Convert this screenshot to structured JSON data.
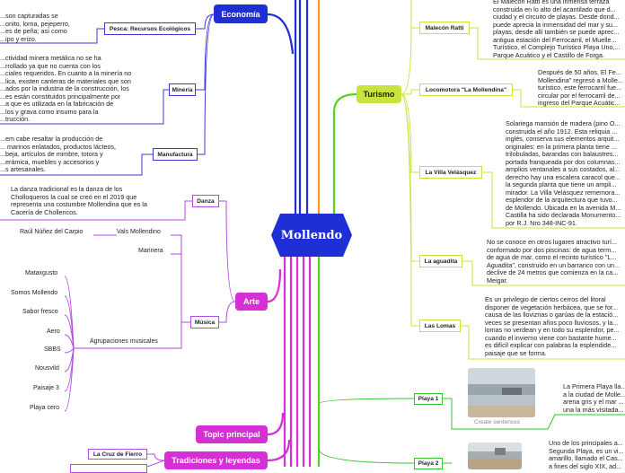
{
  "central": {
    "title": "Mollendo"
  },
  "colors": {
    "blue": "#1f2fd6",
    "magenta": "#d62fd6",
    "green": "#5bd11f",
    "orange": "#ff9a1f"
  },
  "left": {
    "economia": {
      "label": "Economía",
      "top_text": "...son capturadas se\n...onito, lorna, pejeperro,\n...es de peña; así como\n...ipo y erizo.",
      "pesca": "Pesca: Recursos Ecológicos",
      "mineria": "Minería",
      "mineria_text": "...ctividad minera metálica no se ha\n...rrollado ya que no cuenta con los\n...ciales requeridos. En cuanto a la minería no\n...lica, existen canteras de materiales que son\n...ados por la industria de la construcción, los\n...es están constituidos principalmente por\n...a que es utilizada en la fabricación de\n...los y grava como insumo para la\n...trucción.",
      "manufactura": "Manufactura",
      "manufactura_text": "...em cabe resaltar la producción de\n... marinos enlatados, productos lácteos,\n...beja, artículos de mimbre, totora y\n...erámica, muebles y accesorios y\n...s artesanales."
    },
    "arte": {
      "label": "Arte",
      "danza": "Danza",
      "danza_text": "La danza tradicional es la danza de los\nCholloqueros la cual se creó en el 2019 que\nrepresenta una costumbre Mollendina que es la\nCacería de Chollencos.",
      "musica": "Música",
      "vals": "Vals Mollendino",
      "raul": "Raúl Núñez del Carpio",
      "marinera": "Marinera",
      "agrupaciones": "Agrupaciones musicales",
      "groups": [
        "Mataxgusto",
        "Somos Mollendo",
        "Sabor fresco",
        "Aero",
        "SBBS",
        "Nousvild",
        "Paisaje 3",
        "Playa cero"
      ]
    },
    "topic": {
      "label": "Topic principal"
    },
    "tradiciones": {
      "label": "Tradiciones y leyendas",
      "cruz": "La Cruz de Fierro"
    }
  },
  "right": {
    "turismo": {
      "label": "Turismo",
      "malecon": "Malecón Ratti",
      "malecon_text": "El Malecón Ratti es una inmensa terraza\nconstruida en lo alto del acantilado que d...\nciudad y el circuito de playas. Desde dond...\npuede aprecia la inmensidad del mar y su...\nplayas, desde allí también se puede aprec...\nantigua estación del Ferrocarril, el Muelle...\nTurístico, el Complejo Turístico Playa Uno,...\nParque Acuático y el Castillo de Forga.",
      "tren": "Locomotora \"La Mollendina\"",
      "tren_text": "Después de 50 años, El Fe...\nMollendina\" regresó a Molle...\nturístico, este ferrocarril fue...\ncircular por el ferrocarril de...\ningreso del Parque Acuátic...",
      "villa": "La Villa Velásquez",
      "villa_text": "Solariega mansión de madera (pino O...\nconstruida el año 1912. Esta reliquia ...\ninglés, conserva sus elementos arquit...\noriginales: en la primera planta tiene ...\ntrilobuladas, barandas con balaustres...\nportada franqueada por dos columnas...\namplios ventanales a sus costados, al...\nderecho hay una escalera caracol que...\nla segunda planta que tiene un ampli...\nmirador. La Villa Velásquez rememora...\nesplendor de la arquitectura que tuvo...\nde Mollendo. Ubicada en la avenida M...\nCastilla ha sido declarada Monumento...\npor R.J. Nro 348-INC-91.",
      "aguadita": "La aguadita",
      "aguadita_text": "No se conoce en otros lugares atractivo turí...\nconformado por dos piscinas: de agua term...\nde agua de mar, como el recinto turístico \"L...\nAguadita\", construido en un barranco con un...\ndeclive de 24 metros que comienza en la ca...\nMeigar.",
      "lomas": "Las Lomas",
      "lomas_text": "Es un privilegio de ciertos cerros del litoral\ndisponer de vegetación herbácea, que se for...\ncausa de las lloviznas o garúas de la estació...\nveces se presentan años poco lluviosos, y la...\nlomas no verdean y en todo su esplendor, pe...\ncuando el invierno viene con bastante hume...\nes difícil explicar con palabras la esplendide...\npaisaje que se forma."
    },
    "playas": {
      "playa1": "Playa 1",
      "playa1_caption": "Create sentences",
      "playa1_text": "La Primera Playa lla...\na la ciudad de Molle...\narena gris y el mar ...\nuna la más visitada...",
      "playa2": "Playa 2",
      "playa2_text": "Uno de los principales a...\nSegunda Playa, es un vi...\namarillo, llamado el Cas...\na fines del siglo XIX, ad..."
    }
  }
}
